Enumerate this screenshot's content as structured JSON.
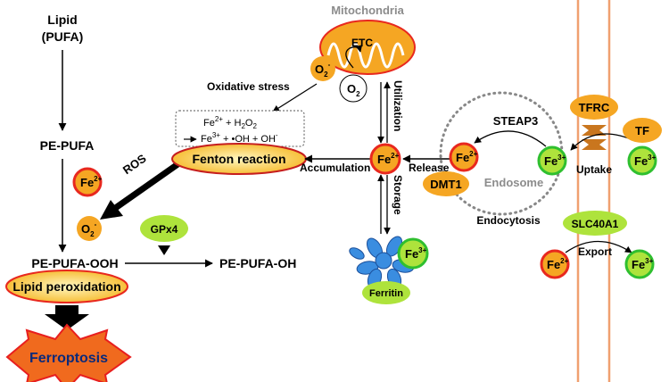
{
  "labels": {
    "lipid_line1": "Lipid",
    "lipid_line2": "(PUFA)",
    "pe_pufa": "PE-PUFA",
    "ros": "ROS",
    "pe_pufa_ooh": "PE-PUFA-OOH",
    "pe_pufa_oh": "PE-PUFA-OH",
    "gpx4": "GPx4",
    "lipid_peroxidation": "Lipid peroxidation",
    "ferroptosis": "Ferroptosis",
    "mitochondria": "Mitochondria",
    "etc": "ETC",
    "oxidative_stress": "Oxidative stress",
    "fenton_reaction": "Fenton reaction",
    "accumulation": "Accumulation",
    "utilization": "Utilization",
    "storage": "Storage",
    "ferritin": "Ferritin",
    "release": "Release",
    "dmt1": "DMT1",
    "steap3": "STEAP3",
    "endosome": "Endosome",
    "endocytosis": "Endocytosis",
    "tfrc": "TFRC",
    "tf": "TF",
    "uptake": "Uptake",
    "slc40a1": "SLC40A1",
    "export": "Export"
  },
  "species": {
    "fe2_base": "Fe",
    "fe2_charge": "2+",
    "fe3_base": "Fe",
    "fe3_charge": "3+",
    "o2_radical_base": "O",
    "o2_radical_sub": "2",
    "o2_radical_charge": "-",
    "o2_base": "O",
    "o2_sub": "2"
  },
  "fenton_equation": {
    "line1": [
      "Fe",
      "2+",
      " + H",
      "2",
      "O",
      "2",
      ""
    ],
    "line2": [
      "Fe",
      "3+",
      " + •OH + OH",
      "-",
      ""
    ]
  },
  "colors": {
    "orange": "#f5a623",
    "fe2_ring": "#e8281e",
    "fe3_ring": "#2fbf2f",
    "green_fill": "#aee33c",
    "membrane": "#f0a070",
    "ferritin_blue": "#3a8de0",
    "ferroptosis_fill": "#f06a1e",
    "ferroptosis_stroke": "#e81e1e",
    "ferroptosis_text": "#0a2a7a"
  }
}
